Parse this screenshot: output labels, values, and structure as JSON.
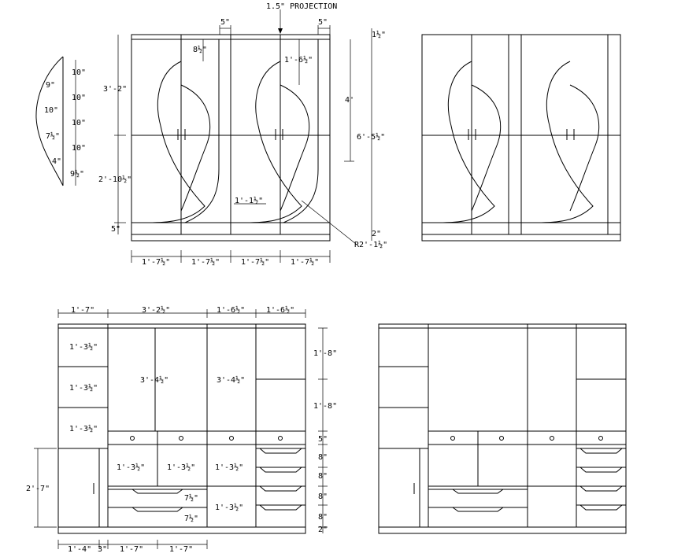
{
  "top_wardrobe": {
    "projection_label": "1.5\" PROJECTION",
    "top_dims": [
      "5\"",
      "5\""
    ],
    "inner_dims": [
      "8½\"",
      "1'-6½\""
    ],
    "left_heights": [
      "3'-2\"",
      "2'-10½\"",
      "5\""
    ],
    "right_heights": [
      "4'",
      "6'-5½\"",
      "1½\"",
      "2\""
    ],
    "mid_dim": "1'-1½\"",
    "radius_label": "R2'-1½\"",
    "bottom_widths": [
      "1'-7½\"",
      "1'-7½\"",
      "1'-7½\"",
      "1'-7½\""
    ]
  },
  "leaf_detail": {
    "left_labels": [
      "9\"",
      "10\"",
      "7½\"",
      "4\"",
      "9½\""
    ],
    "right_labels": [
      "10\"",
      "10\"",
      "10\"",
      "10\""
    ]
  },
  "bottom_wardrobe": {
    "top_widths": [
      "1'-7\"",
      "3'-2½\"",
      "1'-6½\"",
      "1'-6½\""
    ],
    "left_shelves": [
      "1'-3½\"",
      "1'-3½\"",
      "1'-3½\""
    ],
    "tall_doors": [
      "3'-4½\"",
      "3'-4½\""
    ],
    "lower_cells": [
      "1'-3½\"",
      "1'-3½\"",
      "1'-3½\"",
      "1'-3½\""
    ],
    "drawer_heights": [
      "7½\"",
      "7½\""
    ],
    "left_height": "2'-7\"",
    "right_heights": [
      "1'-8\"",
      "1'-8\"",
      "5\"",
      "8\"",
      "8\"",
      "8\"",
      "8\"",
      "2\""
    ],
    "bottom_widths": [
      "1'-4\"",
      "3\"",
      "1'-7\"",
      "1'-7\""
    ]
  }
}
